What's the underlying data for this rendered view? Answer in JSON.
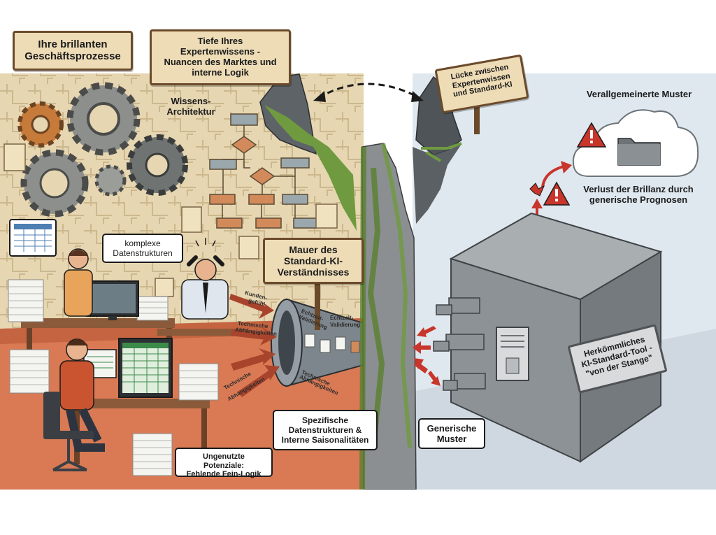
{
  "left": {
    "sign_processes": [
      "Ihre brillanten",
      "Geschäftsprozesse"
    ],
    "sign_expertise": [
      "Tiefe Ihres",
      "Expertenwissens -",
      "Nuancen des Marktes und",
      "interne Logik"
    ],
    "knowledge_architecture": [
      "Wissens-",
      "Architektur"
    ],
    "bubble_complex_data": [
      "komplexe",
      "Datenstrukturen"
    ],
    "sign_wall": [
      "Mauer des",
      "Standard-KI-",
      "Verständnisses"
    ],
    "bubble_specific": [
      "Spezifische",
      "Datenstrukturen &",
      "Interne Saisonalitäten"
    ],
    "bubble_unused": [
      "Ungenutzte Potenziale:",
      "Fehlende Fein-Logik"
    ],
    "funnel_tags": [
      "Kunden-",
      "gefühl",
      "Technische",
      "Abhängigkeiten",
      "Echtzeit-",
      "Validierung",
      "Technische",
      "Abhängigkeiten",
      "Echtzeit-",
      "Validierung",
      "Technische",
      "Abhängigkeiten"
    ]
  },
  "gap": {
    "sign_gap": [
      "Lücke zwischen",
      "Expertenwissen",
      "und Standard-KI"
    ]
  },
  "right": {
    "generalized_patterns": "Verallgemeinerte Muster",
    "loss_warning": [
      "Verlust der Brillanz durch",
      "generische Prognosen"
    ],
    "box_plate": [
      "Herkömmliches",
      "KI-Standard-Tool -",
      "\"von der Stange\""
    ],
    "bubble_generic": [
      "Generische",
      "Muster"
    ]
  },
  "colors": {
    "sky_right": "#dfe8ef",
    "wall_left": "#e6d6b1",
    "floor_left": "#d97a55",
    "box_grey": "#8c9296",
    "warning_red": "#c8352b",
    "sign_wood": "#eddcb6",
    "sign_frame": "#6b4a2b"
  }
}
